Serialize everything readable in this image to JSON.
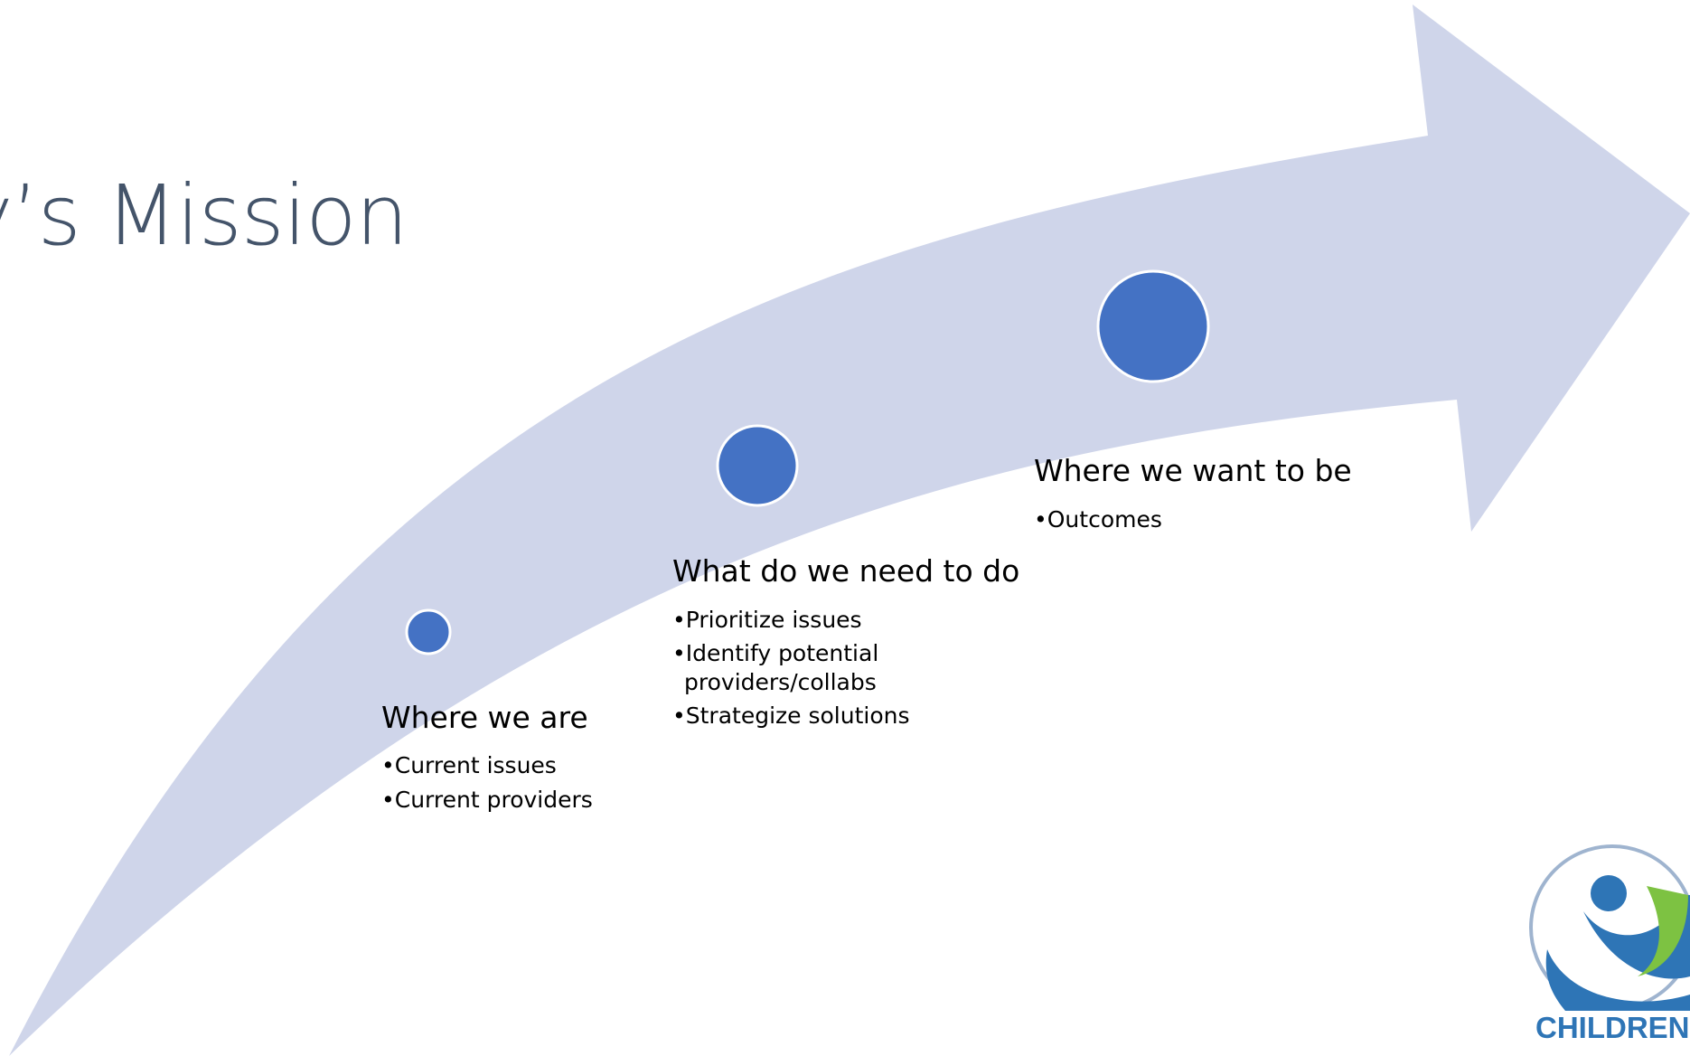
{
  "slide": {
    "title": "y’s Mission"
  },
  "steps": [
    {
      "heading": "Where we are",
      "bullets": [
        "•Current issues",
        "•Current providers"
      ]
    },
    {
      "heading": "What do we need to do",
      "bullets": [
        "•Prioritize issues",
        "•Identify potential",
        "providers/collabs",
        "•Strategize solutions"
      ]
    },
    {
      "heading": "Where we want to be",
      "bullets": [
        "•Outcomes"
      ]
    }
  ],
  "logo": {
    "text": "CHILDREN"
  },
  "colors": {
    "arrow": "#cfd5ea",
    "circle": "#4472c4",
    "title": "#44546a",
    "logo_blue": "#2e75b6",
    "logo_green": "#7dc242"
  }
}
